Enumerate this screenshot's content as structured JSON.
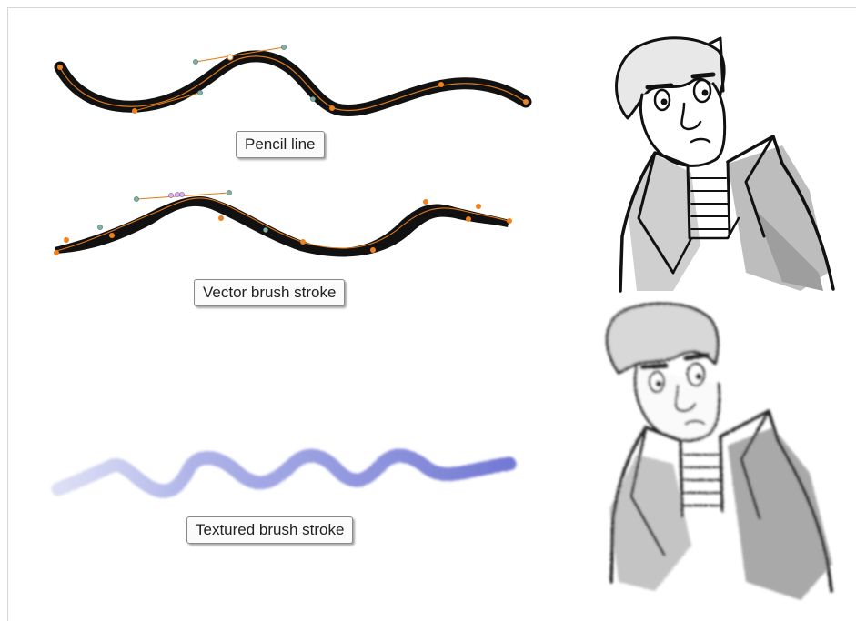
{
  "labels": {
    "pencil": "Pencil line",
    "vector": "Vector brush stroke",
    "textured": "Textured brush stroke"
  },
  "colors": {
    "stroke": "#111111",
    "centerline": "#e07a1a",
    "point": "#f0821e",
    "handle_point": "#7fb3a8",
    "texture": "#7f85d8"
  },
  "illustrations": [
    {
      "name": "clean-line-character-drawing"
    },
    {
      "name": "textured-character-drawing"
    }
  ]
}
